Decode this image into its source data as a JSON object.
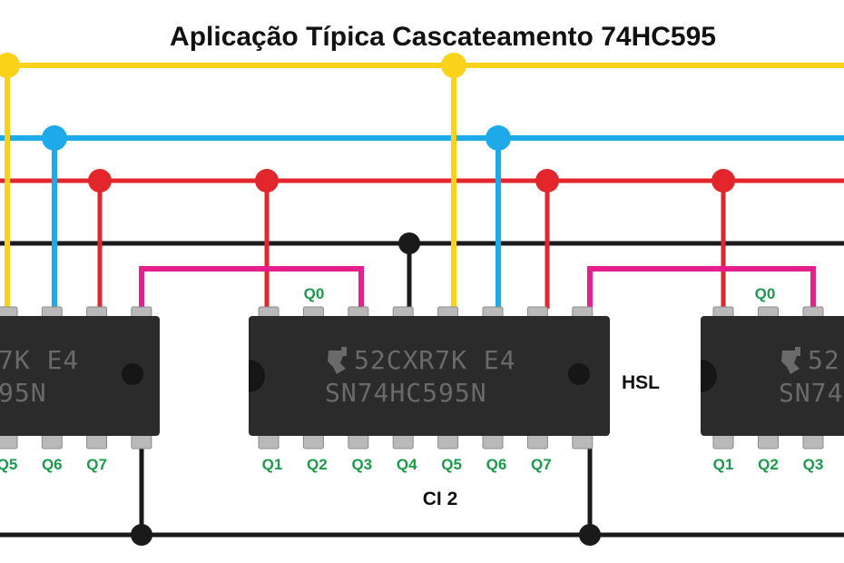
{
  "title": "Aplicação Típica Cascateamento 74HC595",
  "colors": {
    "yellow": "#fbd21a",
    "blue": "#1eaaea",
    "red": "#e3262c",
    "black": "#1a1a1a",
    "magenta": "#e5208c",
    "label_green": "#1a9a4a",
    "chip_body": "#2b2b2b",
    "chip_text": "#6a6a6a"
  },
  "chip_text": {
    "line1": "52CXR7K E4",
    "line2": "SN74HC595N",
    "left_line1": "7K E4",
    "left_line2": "95N",
    "right_line1": "52",
    "right_line2": "SN74"
  },
  "bottom_pins_center": [
    "Q1",
    "Q2",
    "Q3",
    "Q4",
    "Q5",
    "Q6",
    "Q7"
  ],
  "bottom_pins_left": [
    "Q5",
    "Q6",
    "Q7"
  ],
  "bottom_pins_right": [
    "Q1",
    "Q2",
    "Q3"
  ],
  "top_pin_label": "Q0",
  "chip_name": "CI 2",
  "side_label": "HSL"
}
